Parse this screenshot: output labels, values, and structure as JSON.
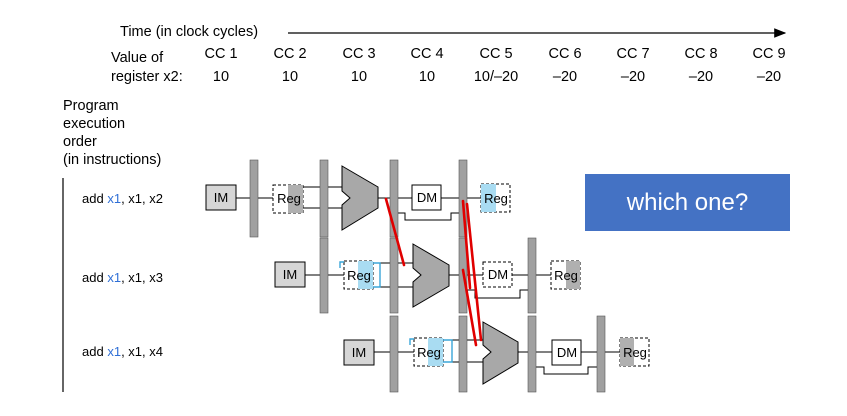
{
  "header": {
    "time_label": "Time (in clock cycles)",
    "value_label_line1": "Value of",
    "value_label_line2": "register x2:"
  },
  "clock_cycles": [
    {
      "label": "CC 1",
      "value": "10"
    },
    {
      "label": "CC 2",
      "value": "10"
    },
    {
      "label": "CC 3",
      "value": "10"
    },
    {
      "label": "CC 4",
      "value": "10"
    },
    {
      "label": "CC 5",
      "value": "10/–20"
    },
    {
      "label": "CC 6",
      "value": "–20"
    },
    {
      "label": "CC 7",
      "value": "–20"
    },
    {
      "label": "CC 8",
      "value": "–20"
    },
    {
      "label": "CC 9",
      "value": "–20"
    }
  ],
  "order_label": [
    "Program",
    "execution",
    "order",
    "(in instructions)"
  ],
  "instructions": [
    {
      "op": "add",
      "rd": "x1",
      "rest": ", x1, x2"
    },
    {
      "op": "add",
      "rd": "x1",
      "rest": ", x1, x3"
    },
    {
      "op": "add",
      "rd": "x1",
      "rest": ", x1, x4"
    }
  ],
  "stages": {
    "im": "IM",
    "reg": "Reg",
    "dm": "DM"
  },
  "callout": "which one?",
  "colors": {
    "forward_line": "#e00000",
    "highlight": "#a9dcf2",
    "callout_bg": "#4472c4",
    "register_bar": "#a0a0a0"
  }
}
